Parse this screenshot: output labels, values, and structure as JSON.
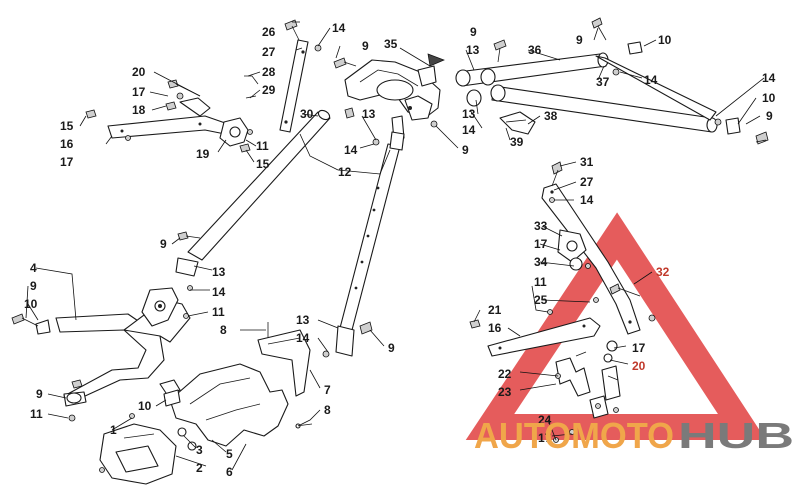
{
  "watermark": {
    "text_a": "AUTOMOTO",
    "text_b": "HUB",
    "color_orange": "#f0a64a",
    "color_gray": "#7a7a7a",
    "color_red": "#e04040"
  },
  "callouts": {
    "c1": "26",
    "c2": "14",
    "c3": "27",
    "c4": "9",
    "c5": "9",
    "c6": "13",
    "c7": "35",
    "c8": "36",
    "c9": "9",
    "c10": "10",
    "c11": "28",
    "c12": "29",
    "c13": "20",
    "c14": "17",
    "c15": "18",
    "c16": "37",
    "c17": "14",
    "c18": "14",
    "c19": "10",
    "c20": "15",
    "c21": "16",
    "c22": "17",
    "c23": "13",
    "c24": "13",
    "c25": "14",
    "c26": "38",
    "c27": "30",
    "c28": "11",
    "c29": "19",
    "c30": "15",
    "c31": "39",
    "c32": "9",
    "c33": "9",
    "c34": "14",
    "c35": "12",
    "c36": "31",
    "c37": "27",
    "c38": "14",
    "c39": "9",
    "c40": "33",
    "c41": "17",
    "c42": "34",
    "c43": "4",
    "c44": "13",
    "c45": "32",
    "c46": "9",
    "c47": "14",
    "c48": "11",
    "c49": "10",
    "c50": "25",
    "c51": "11",
    "c52": "21",
    "c53": "16",
    "c54": "8",
    "c55": "13",
    "c56": "14",
    "c57": "9",
    "c58": "17",
    "c59": "20",
    "c60": "22",
    "c61": "7",
    "c62": "23",
    "c63": "9",
    "c64": "10",
    "c65": "8",
    "c66": "11",
    "c67": "1",
    "c68": "3",
    "c69": "5",
    "c70": "24",
    "c71": "2",
    "c72": "6",
    "c73": "17"
  }
}
